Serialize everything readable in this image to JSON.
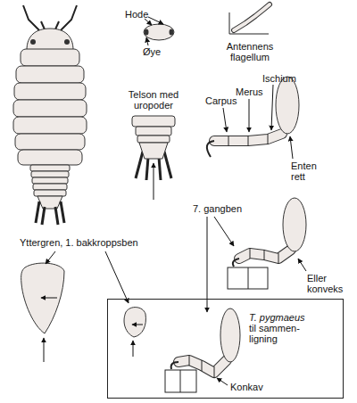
{
  "diagram": {
    "nodes": [
      {
        "text": [
          "T. pygmaeus til sammen- ligning",
          "Konkav"
        ]
      }
    ],
    "labels": [
      "Hode",
      "Øye",
      "Antennens flagellum",
      "Telson med uropoder",
      "Ischium",
      "Merus",
      "Carpus",
      "Enten rett",
      "7. gangben",
      "Eller konveks",
      "Yttergren, 1. bakkroppsben"
    ]
  }
}
